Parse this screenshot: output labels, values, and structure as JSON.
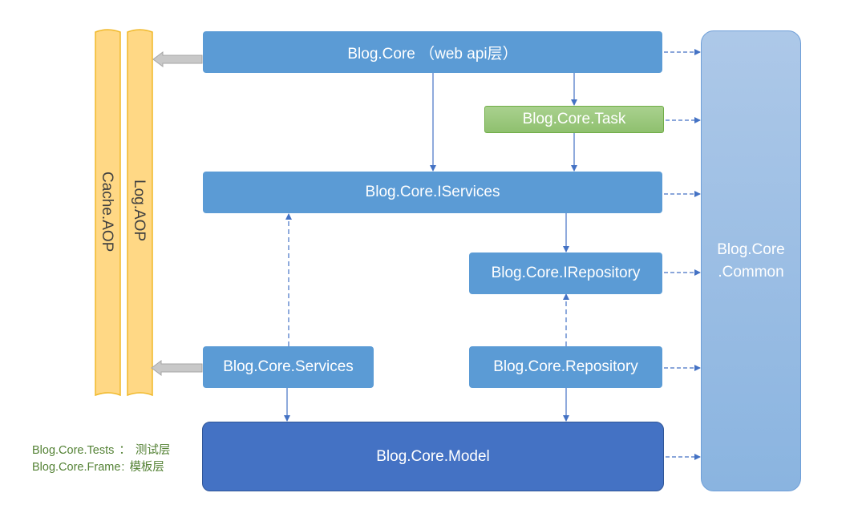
{
  "diagram": {
    "nodes": {
      "webapi": "Blog.Core （web api层）",
      "task": "Blog.Core.Task",
      "iservices": "Blog.Core.IServices",
      "irepository": "Blog.Core.IRepository",
      "services": "Blog.Core.Services",
      "repository": "Blog.Core.Repository",
      "model": "Blog.Core.Model",
      "common_line1": "Blog.Core",
      "common_line2": ".Common"
    },
    "aop": {
      "cache": "Cache.AOP",
      "log": "Log.AOP"
    },
    "legend": [
      {
        "name": "Blog.Core.Tests",
        "sep": "：",
        "desc": "测试层"
      },
      {
        "name": "Blog.Core.Frame",
        "sep": ":",
        "desc": "模板层"
      }
    ],
    "edges": [
      {
        "from": "Blog.Core （web api层）",
        "to": "Blog.Core.IServices",
        "style": "solid"
      },
      {
        "from": "Blog.Core （web api层）",
        "to": "Blog.Core.Task",
        "style": "solid"
      },
      {
        "from": "Blog.Core.Task",
        "to": "Blog.Core.IServices",
        "style": "solid"
      },
      {
        "from": "Blog.Core.IServices",
        "to": "Blog.Core.IRepository",
        "style": "solid"
      },
      {
        "from": "Blog.Core.Services",
        "to": "Blog.Core.IServices",
        "style": "dashed"
      },
      {
        "from": "Blog.Core.Repository",
        "to": "Blog.Core.IRepository",
        "style": "dashed"
      },
      {
        "from": "Blog.Core.Services",
        "to": "Blog.Core.Model",
        "style": "solid"
      },
      {
        "from": "Blog.Core.Repository",
        "to": "Blog.Core.Model",
        "style": "solid"
      },
      {
        "from": "Blog.Core （web api层）",
        "to": "Blog.Core.Common",
        "style": "dashed"
      },
      {
        "from": "Blog.Core.Task",
        "to": "Blog.Core.Common",
        "style": "dashed"
      },
      {
        "from": "Blog.Core.IServices",
        "to": "Blog.Core.Common",
        "style": "dashed"
      },
      {
        "from": "Blog.Core.IRepository",
        "to": "Blog.Core.Common",
        "style": "dashed"
      },
      {
        "from": "Blog.Core.Repository",
        "to": "Blog.Core.Common",
        "style": "dashed"
      },
      {
        "from": "Blog.Core.Model",
        "to": "Blog.Core.Common",
        "style": "dashed"
      },
      {
        "from": "Blog.Core （web api层）",
        "to": "Log.AOP",
        "style": "block-arrow"
      },
      {
        "from": "Blog.Core.Services",
        "to": "Log.AOP",
        "style": "block-arrow"
      }
    ],
    "colors": {
      "node_blue": "#5b9bd5",
      "node_green": "#a9d18e",
      "node_model": "#4472c4",
      "aop_fill": "#ffd885",
      "aop_border": "#f0b92a",
      "connector": "#4472c4",
      "legend_text": "#548235"
    }
  }
}
